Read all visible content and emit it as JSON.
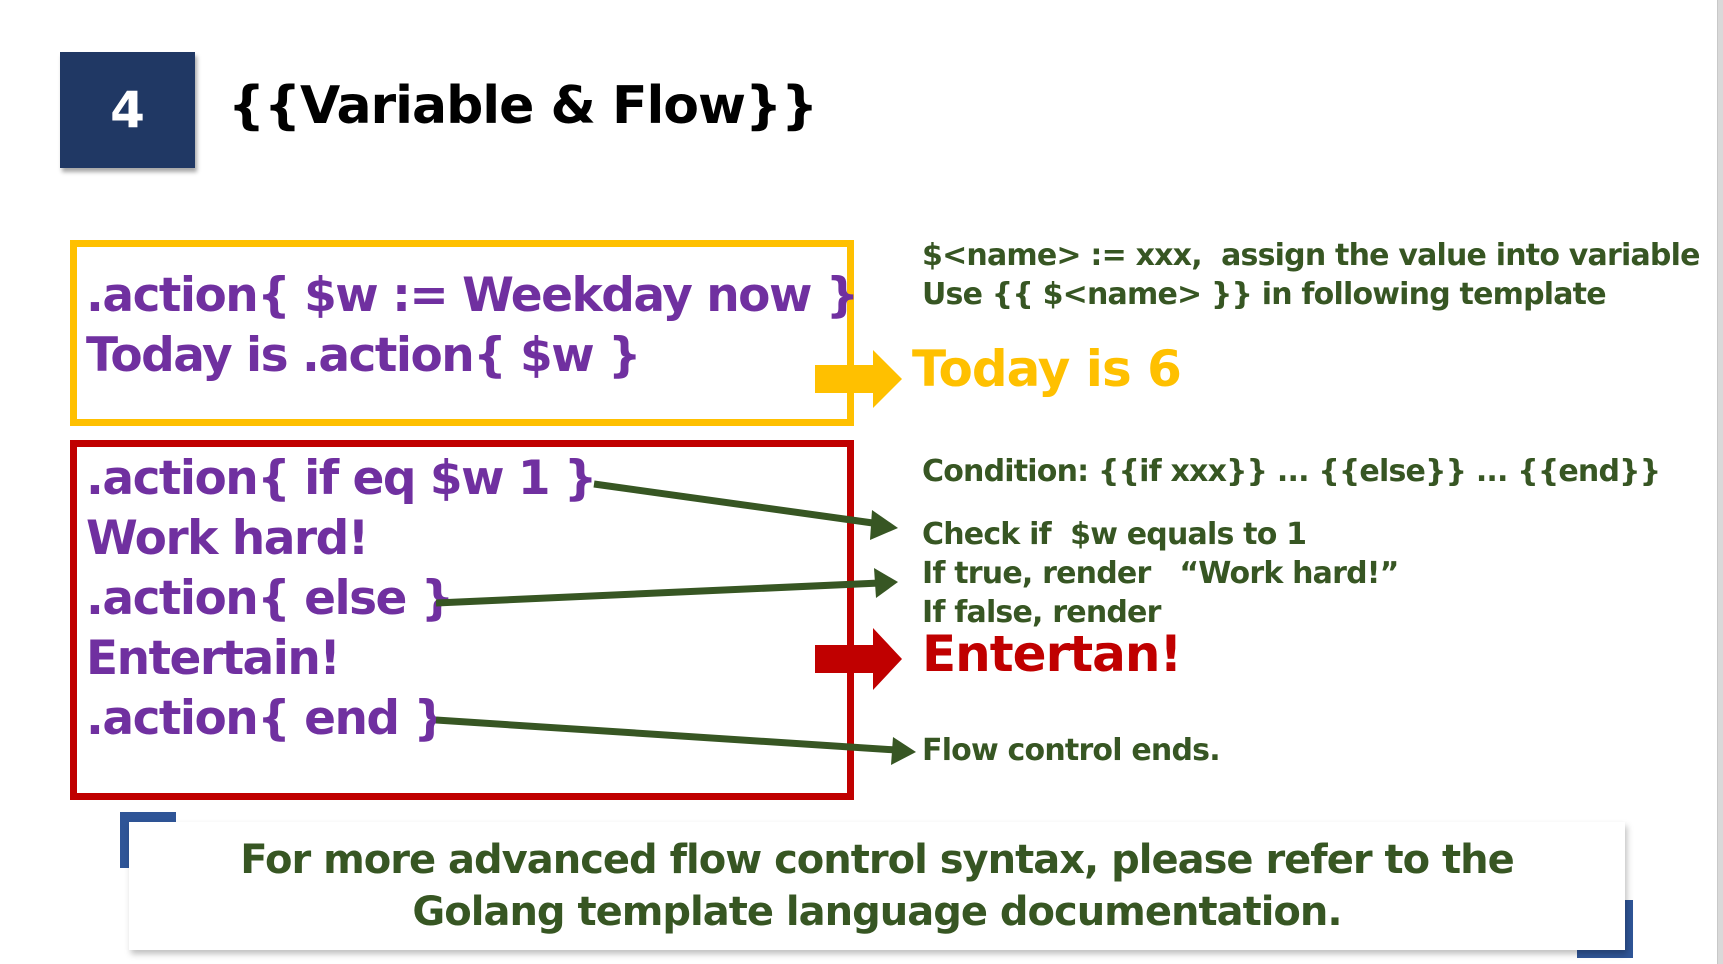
{
  "slide": {
    "number": "4",
    "title": "{{Variable & Flow}}"
  },
  "variable_block": {
    "code_lines": [
      ".action{ $w := Weekday now }",
      "Today is .action{ $w }"
    ],
    "notes": [
      "$<name> := xxx,  assign the value into variable",
      "Use {{ $<name> }} in following template"
    ],
    "result": "Today is 6"
  },
  "flow_block": {
    "code_lines": [
      ".action{ if eq $w 1 }",
      "Work hard!",
      ".action{ else }",
      "Entertain!",
      ".action{ end }"
    ],
    "condition_note": "Condition: {{if xxx}} ... {{else}} ... {{end}}",
    "check_notes": [
      "Check if  $w equals to 1",
      "If true, render   “Work hard!”",
      "If false, render"
    ],
    "result": "Entertan!",
    "end_note": "Flow control ends."
  },
  "callout": {
    "lines": [
      "For more advanced flow control syntax, please refer to the",
      "Golang template language documentation."
    ]
  },
  "colors": {
    "navy": "#203864",
    "yellow": "#ffc000",
    "red": "#c00000",
    "purple": "#7030a0",
    "green": "#375623",
    "blue_accent": "#2f5597"
  }
}
